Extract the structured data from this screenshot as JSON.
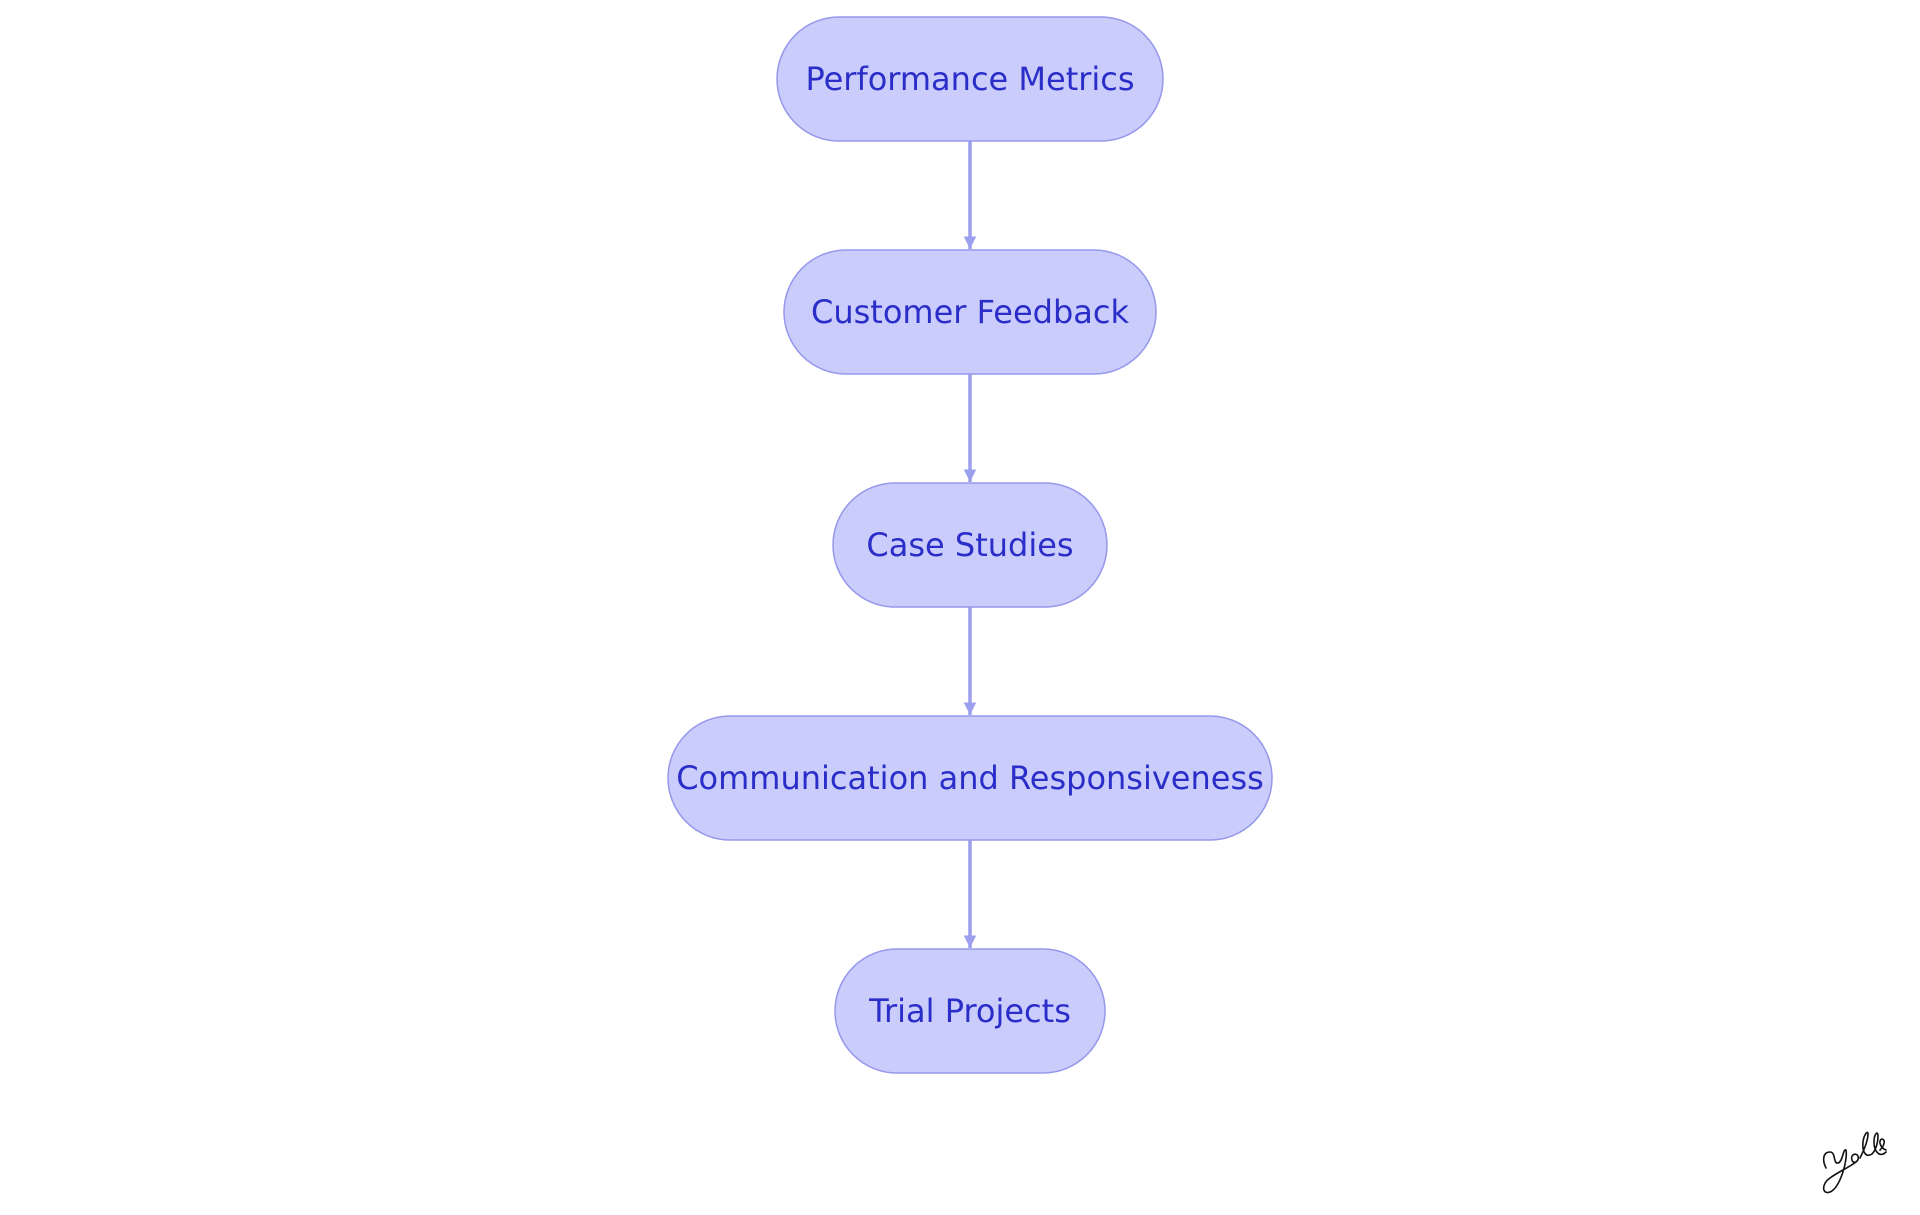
{
  "colors": {
    "node_fill": "#CACCFC",
    "node_stroke": "#9698EB",
    "node_text": "#2A2DC8",
    "edge": "#9C9EEE",
    "background": "#FFFFFF"
  },
  "nodes": [
    {
      "id": "performance-metrics",
      "label": "Performance Metrics"
    },
    {
      "id": "customer-feedback",
      "label": "Customer Feedback"
    },
    {
      "id": "case-studies",
      "label": "Case Studies"
    },
    {
      "id": "communication-and-responsiveness",
      "label": "Communication and Responsiveness"
    },
    {
      "id": "trial-projects",
      "label": "Trial Projects"
    }
  ],
  "edges": [
    {
      "from": "performance-metrics",
      "to": "customer-feedback"
    },
    {
      "from": "customer-feedback",
      "to": "case-studies"
    },
    {
      "from": "case-studies",
      "to": "communication-and-responsiveness"
    },
    {
      "from": "communication-and-responsiveness",
      "to": "trial-projects"
    }
  ],
  "signature": {
    "text": "yolk"
  }
}
